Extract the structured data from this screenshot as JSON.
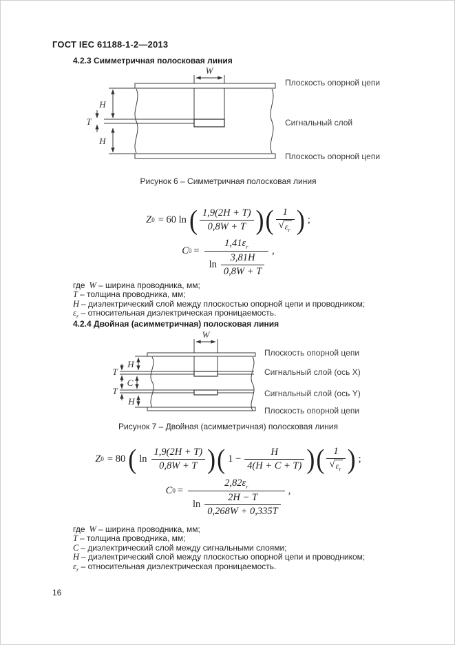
{
  "document": {
    "standard_code": "ГОСТ IEC 61188-1-2—2013",
    "page_number": "16"
  },
  "section_423": {
    "heading": "4.2.3 Симметричная полосковая линия",
    "figure_caption": "Рисунок 6 – Симметричная полосковая линия"
  },
  "section_424": {
    "heading": "4.2.4 Двойная (асимметричная) полосковая линия",
    "figure_caption": "Рисунок 7 – Двойная (асимметричная) полосковая линия"
  },
  "figure6": {
    "dims": {
      "w": "W",
      "h_top": "H",
      "t": "T",
      "h_bottom": "H"
    },
    "labels": {
      "top_plane": "Плоскость опорной цепи",
      "signal": "Сигнальный слой",
      "bottom_plane": "Плоскость опорной цепи"
    }
  },
  "figure7": {
    "dims": {
      "w": "W",
      "h_top": "H",
      "t_top": "T",
      "c": "C",
      "t_bottom": "T",
      "h_bottom": "H"
    },
    "labels": {
      "top_plane": "Плоскость опорной цепи",
      "signal_x": "Сигнальный слой (ось X)",
      "signal_y": "Сигнальный слой (ось Y)",
      "bottom_plane": "Плоскость опорной цепи"
    }
  },
  "formula6_z0": {
    "lhs": "Z",
    "lhs_sub": "0",
    "rhs_pre": "= 60 ln",
    "frac1_num": "1,9(2H + T)",
    "frac1_den": "0,8W + T",
    "frac2_num": "1",
    "sqrt_sign": "√",
    "eps": "ε",
    "eps_sub": "r",
    "tail": ";"
  },
  "formula6_c0": {
    "lhs": "C",
    "lhs_sub": "0",
    "eq": "=",
    "num": "1,41ε",
    "num_sub": "r",
    "ln": "ln",
    "inner_num": "3,81H",
    "inner_den": "0,8W + T",
    "tail": ","
  },
  "formula7_z0": {
    "lhs": "Z",
    "lhs_sub": "0",
    "eq": "= 80",
    "ln": "ln",
    "frac1_num": "1,9(2H + T)",
    "frac1_den": "0,8W + T",
    "factor2_pre": "1 −",
    "frac2_num": "H",
    "frac2_den": "4(H + C + T)",
    "frac3_num": "1",
    "sqrt_sign": "√",
    "eps": "ε",
    "eps_sub": "r",
    "tail": ";"
  },
  "formula7_c0": {
    "lhs": "C",
    "lhs_sub": "0",
    "eq": "=",
    "num": "2,82ε",
    "num_sub": "r",
    "ln": "ln",
    "inner_num": "2H − T",
    "inner_den": "0,268W + 0,335T",
    "tail": ","
  },
  "legend6": {
    "lines": [
      {
        "pre": "где",
        "var": "W",
        "text": "– ширина проводника, мм;"
      },
      {
        "var": "T",
        "text": "– толщина проводника, мм;"
      },
      {
        "var": "H",
        "text": "– диэлектрический слой между плоскостью опорной цепи и проводником;"
      },
      {
        "var": "ε",
        "var_sub": "r",
        "text": "– относительная диэлектрическая проницаемость."
      }
    ]
  },
  "legend7": {
    "lines": [
      {
        "pre": "где",
        "var": "W",
        "text": "– ширина проводника, мм;"
      },
      {
        "var": "T",
        "text": "– толщина проводника, мм;"
      },
      {
        "var": "C",
        "text": "– диэлектрический слой между сигнальными слоями;"
      },
      {
        "var": "H",
        "text": "– диэлектрический слой между плоскостью опорной цепи и проводником;"
      },
      {
        "var": "ε",
        "var_sub": "r",
        "text": "– относительная диэлектрическая проницаемость."
      }
    ]
  }
}
